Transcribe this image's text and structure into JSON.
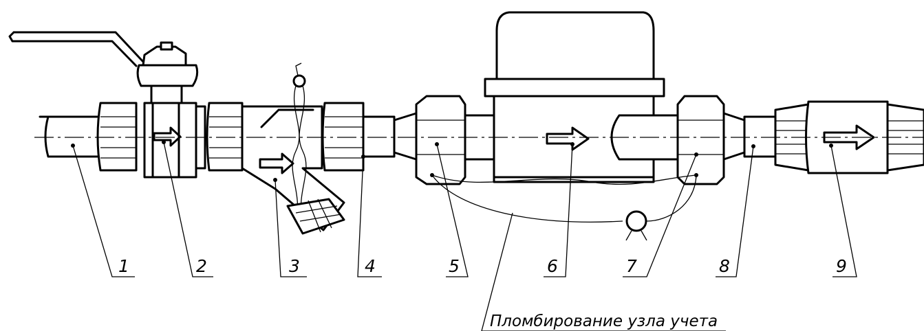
{
  "diagram": {
    "callouts": [
      {
        "id": 1,
        "label": "1"
      },
      {
        "id": 2,
        "label": "2"
      },
      {
        "id": 3,
        "label": "3"
      },
      {
        "id": 4,
        "label": "4"
      },
      {
        "id": 5,
        "label": "5"
      },
      {
        "id": 6,
        "label": "6"
      },
      {
        "id": 7,
        "label": "7"
      },
      {
        "id": 8,
        "label": "8"
      },
      {
        "id": 9,
        "label": "9"
      }
    ],
    "caption": "Пломбирование узла учета"
  }
}
